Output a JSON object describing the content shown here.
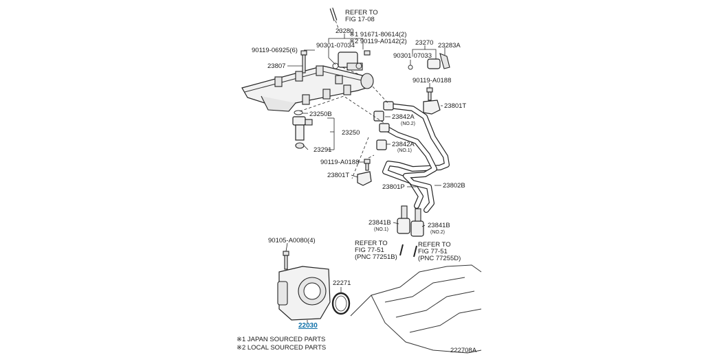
{
  "labels": {
    "refer_top_1": "REFER TO",
    "refer_top_2": "FIG 17-08",
    "p23280": "23280",
    "note1_part": "※1 91671-80614(2)",
    "note2_part": "※2 90119-A0142(2)",
    "p23270": "23270",
    "p23283A": "23283A",
    "p90119_06925": "90119-06925(6)",
    "p90301_07034": "90301-07034",
    "p90301_07033": "90301-07033",
    "p23807": "23807",
    "p90119_A0188_a": "90119-A0188",
    "p23801T_a": "23801T",
    "p23250B": "23250B",
    "p23842A_no2": "23842A",
    "no2_a": "(NO.2)",
    "p23250": "23250",
    "p23842A_no1": "23842A",
    "no1_a": "(NO.1)",
    "p23291": "23291",
    "p90119_A0188_b": "90119-A0188",
    "p23801T_b": "23801T",
    "p23801P": "23801P",
    "p23802B": "23802B",
    "p23841B_no1": "23841B",
    "no1_b": "(NO.1)",
    "p23841B_no2": "23841B",
    "no2_b": "(NO.2)",
    "p90105_A0080": "90105-A0080(4)",
    "refer_left_1": "REFER TO",
    "refer_left_2": "FIG 77-51",
    "refer_left_3": "(PNC 77251B)",
    "refer_right_1": "REFER TO",
    "refer_right_2": "FIG 77-51",
    "refer_right_3": "(PNC 77255D)",
    "p22271": "22271",
    "p22030": "22030",
    "foot1": "※1 JAPAN SOURCED PARTS",
    "foot2": "※2 LOCAL SOURCED PARTS",
    "code": "222708A"
  }
}
